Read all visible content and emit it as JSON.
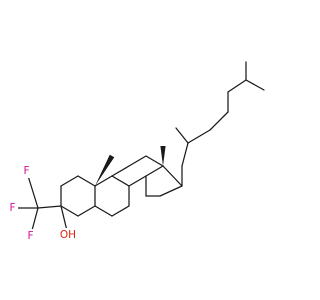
{
  "molecule": {
    "atoms": [
      {
        "id": "F1",
        "label": "F"
      },
      {
        "id": "F2",
        "label": "F"
      },
      {
        "id": "F3",
        "label": "F"
      },
      {
        "id": "O1",
        "label": "OH"
      }
    ]
  },
  "colors": {
    "bond": "#1a1a1a",
    "fluorine": "#d4149c",
    "oxygen": "#e0240e"
  }
}
